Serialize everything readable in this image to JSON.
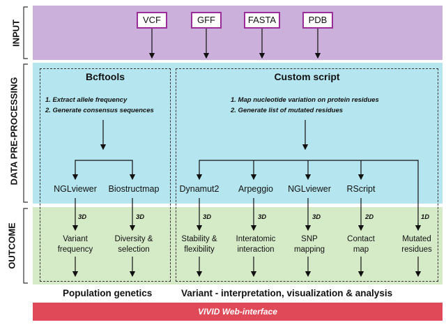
{
  "sections": {
    "input": "INPUT",
    "preprocessing": "DATA PRE-PROCESSING",
    "outcome": "OUTCOME"
  },
  "inputs": [
    "VCF",
    "GFF",
    "FASTA",
    "PDB"
  ],
  "bcftools": {
    "title": "Bcftools",
    "steps": [
      "1. Extract allele frequency",
      "2. Generate consensus sequences"
    ],
    "tools": [
      "NGLviewer",
      "Biostructmap"
    ],
    "dims": [
      "3D",
      "3D"
    ],
    "outcomes": [
      "Variant\nfrequency",
      "Diversity &\nselection"
    ]
  },
  "custom": {
    "title": "Custom script",
    "steps": [
      "1. Map nucleotide variation on protein residues",
      "2. Generate list of mutated residues"
    ],
    "tools": [
      "Dynamut2",
      "Arpeggio",
      "NGLviewer",
      "RScript"
    ],
    "dims": [
      "3D",
      "3D",
      "3D",
      "2D",
      "1D"
    ],
    "outcomes": [
      "Stability &\nflexibility",
      "Interatomic\ninteraction",
      "SNP\nmapping",
      "Contact\nmap",
      "Mutated\nresidues"
    ]
  },
  "footer": {
    "left": "Population genetics",
    "right": "Variant - interpretation, visualization & analysis"
  },
  "web_interface": "VIVID Web-interface",
  "colors": {
    "input_band": "#cbb0dc",
    "preprocessing_band": "#b5e6ef",
    "outcome_band": "#d5eac7",
    "input_box_border": "#9b2d9b",
    "web_bar": "#e04a58"
  }
}
